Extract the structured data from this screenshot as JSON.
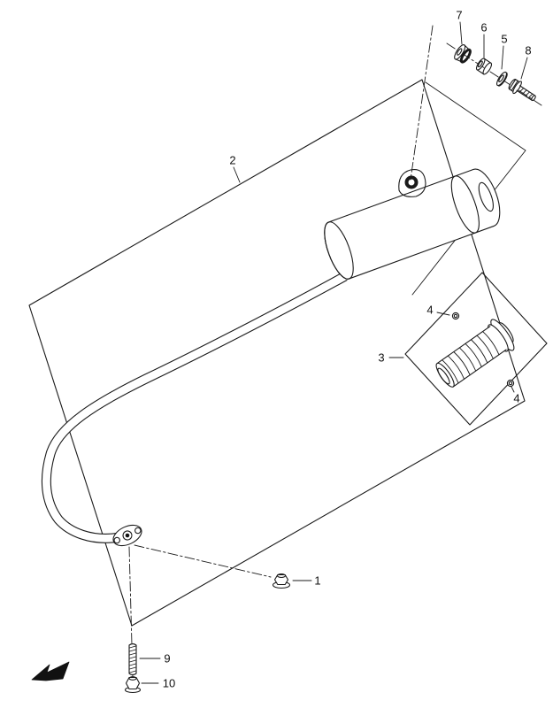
{
  "colors": {
    "background": "#ffffff",
    "line": "#1a1a1a"
  },
  "callouts": [
    {
      "label": "7"
    },
    {
      "label": "6"
    },
    {
      "label": "5"
    },
    {
      "label": "8"
    },
    {
      "label": "2"
    },
    {
      "label": "4"
    },
    {
      "label": "3"
    },
    {
      "label": "4"
    },
    {
      "label": "1"
    },
    {
      "label": "9"
    },
    {
      "label": "10"
    }
  ],
  "icons": {
    "direction_arrow": "solid-left-arrow"
  }
}
